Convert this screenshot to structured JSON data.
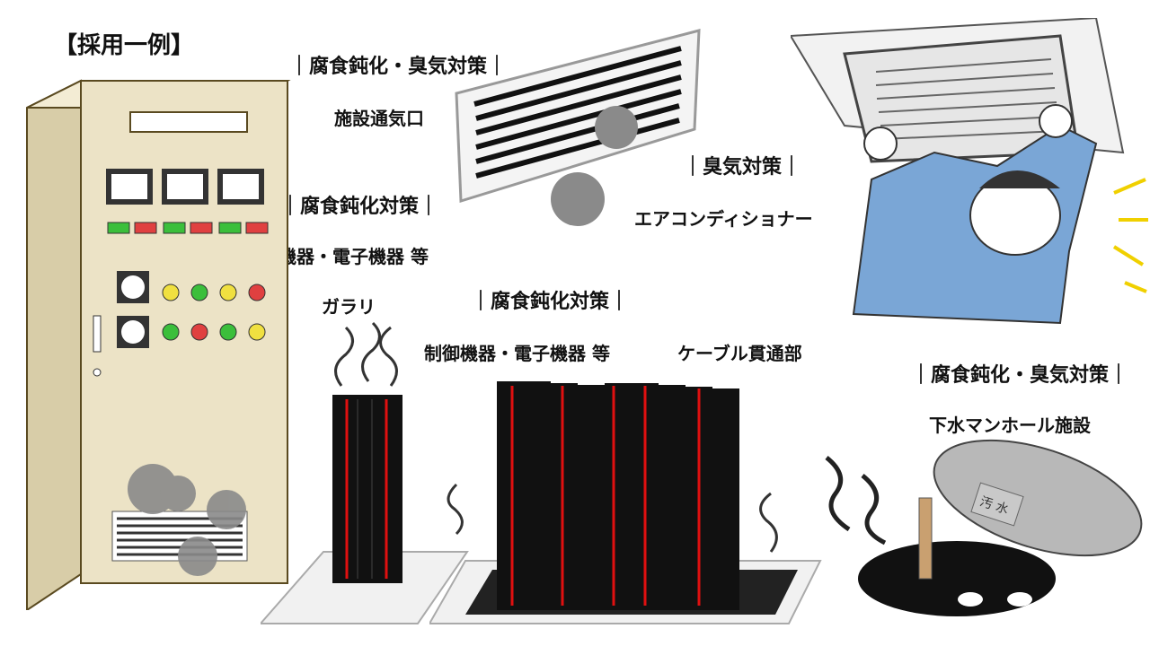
{
  "page": {
    "title": "【採用一例】"
  },
  "labels": {
    "vent_heading": "｜腐食鈍化・臭気対策｜",
    "vent_caption": "施設通気口",
    "control_heading": "｜腐食鈍化対策｜",
    "control_caption": "制御機器・電子機器 等",
    "aircon_heading": "｜臭気対策｜",
    "aircon_caption": "エアコンディショナー",
    "garari_caption": "ガラリ",
    "cable_heading": "｜腐食鈍化対策｜",
    "cable_caption_left": "制御機器・電子機器 等",
    "cable_caption_right": "ケーブル貫通部",
    "manhole_heading": "｜腐食鈍化・臭気対策｜",
    "manhole_caption": "下水マンホール施設",
    "manhole_lid_text": "汚 水"
  },
  "colors": {
    "cabinet": "#ece3c6",
    "cabinet_edge": "#7a6a3a",
    "gas_cloud": "#8a8a8a",
    "cable_black": "#111111",
    "cable_red": "#e01010",
    "worker_shirt": "#7aa6d6",
    "spark": "#f0d000"
  }
}
